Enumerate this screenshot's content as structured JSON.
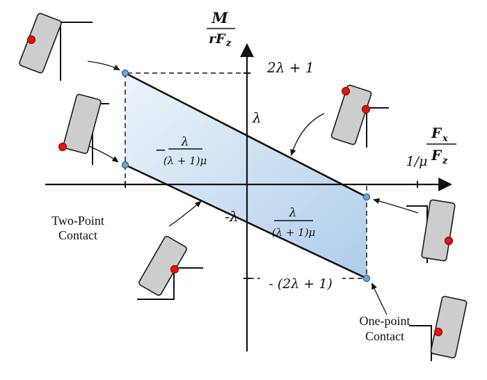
{
  "axes": {
    "y_label": {
      "numerator": "M",
      "denominator": "rF",
      "denominator_sub": "z"
    },
    "x_label": {
      "numerator": "F",
      "numerator_sub": "x",
      "denominator": "F",
      "denominator_sub": "z"
    }
  },
  "region_labels": {
    "top_value": "2λ + 1",
    "lambda": "λ",
    "neg_lambda": "-λ",
    "inv_mu": "1/μ",
    "bottom_value": "- (2λ + 1)",
    "left_fraction": {
      "sign": "−",
      "numerator": "λ",
      "denominator": "(λ + 1)μ"
    },
    "right_fraction": {
      "numerator": "λ",
      "denominator": "(λ + 1)μ"
    }
  },
  "annotations": {
    "two_point_contact": {
      "line1": "Two-Point",
      "line2": "Contact"
    },
    "one_point_contact": {
      "line1": "One-point",
      "line2": "Contact"
    }
  },
  "colors": {
    "region_gradient_start": "#edf4fb",
    "region_gradient_end": "#aecdea",
    "vertex_dot": "#6ea6d8",
    "contact_dot": "#e2140e",
    "line": "#111111"
  }
}
